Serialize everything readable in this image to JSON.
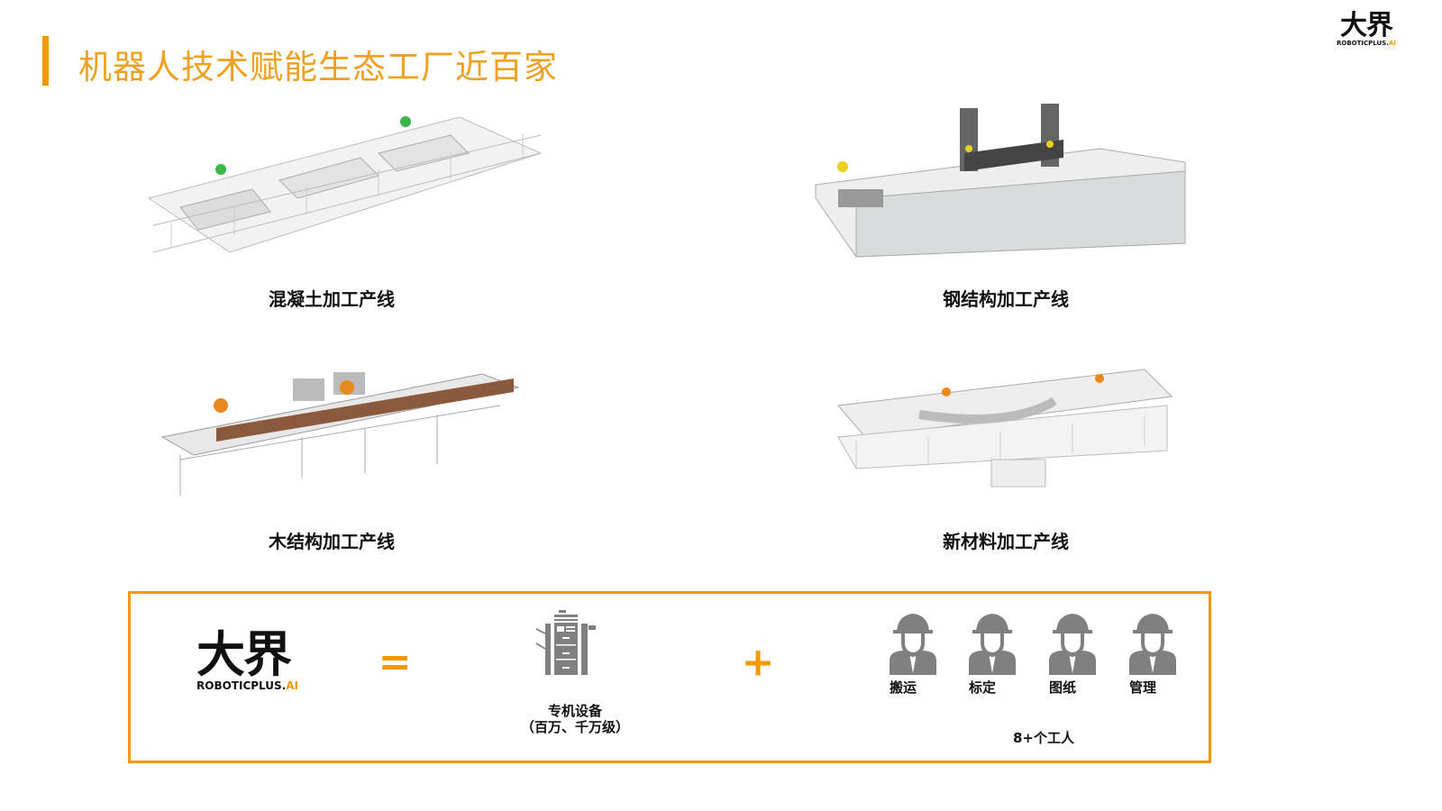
{
  "title": "机器人技术赋能生态工厂近百家",
  "brand": {
    "name": "大界",
    "sub": "ROBOTICPLUS.",
    "sub_ai": "AI"
  },
  "lines": [
    {
      "label": "混凝土加工产线",
      "accent": "#3BB44A"
    },
    {
      "label": "钢结构加工产线",
      "accent": "#E8D21E"
    },
    {
      "label": "木结构加工产线",
      "accent": "#E8891E"
    },
    {
      "label": "新材料加工产线",
      "accent": "#E8891E"
    }
  ],
  "equation": {
    "equals": "=",
    "plus": "+",
    "machine_line1": "专机设备",
    "machine_line2": "（百万、千万级）",
    "workers": [
      {
        "label": "搬运"
      },
      {
        "label": "标定"
      },
      {
        "label": "图纸"
      },
      {
        "label": "管理"
      }
    ],
    "workers_total": "8+个工人"
  },
  "colors": {
    "accent": "#F39800",
    "icon_gray": "#808080"
  }
}
